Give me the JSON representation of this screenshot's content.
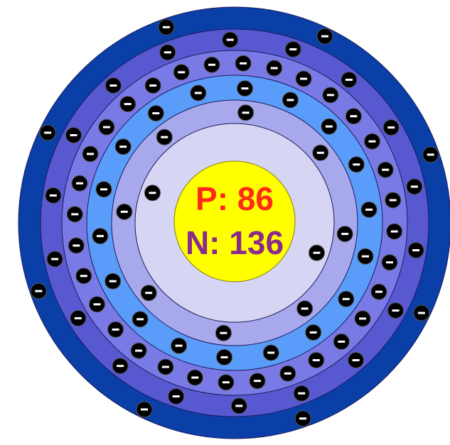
{
  "nucleus": {
    "protons_label": "P: 86",
    "neutrons_label": "N: 136",
    "protons": 86,
    "neutrons": 136,
    "fill_color": "#ffff00",
    "protons_text_color": "#ff2a1a",
    "neutrons_text_color": "#8a2a8a"
  },
  "shells": [
    {
      "name": "shell-1",
      "electrons": 2,
      "color": "#d6d6f4"
    },
    {
      "name": "shell-2",
      "electrons": 8,
      "color": "#a8a8ec"
    },
    {
      "name": "shell-3",
      "electrons": 18,
      "color": "#5a9cfa"
    },
    {
      "name": "shell-4",
      "electrons": 32,
      "color": "#7a7ae6"
    },
    {
      "name": "shell-5",
      "electrons": 18,
      "color": "#5858d0"
    },
    {
      "name": "shell-6",
      "electrons": 8,
      "color": "#0a3fa8"
    }
  ],
  "electron": {
    "sign": "−",
    "fill_color": "#000000",
    "sign_color": "#ffffff"
  }
}
